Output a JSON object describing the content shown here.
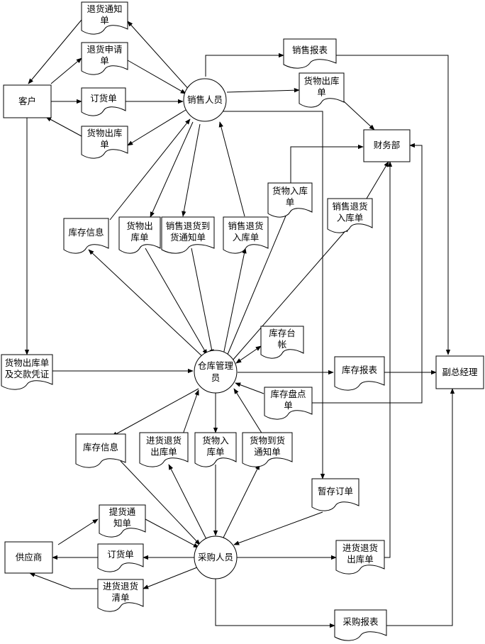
{
  "entities": {
    "customer": "客户",
    "supplier": "供应商",
    "finance": "财务部",
    "vp": "副总经理"
  },
  "roles": {
    "sales": "销售人员",
    "warehouse": [
      "仓库管理",
      "员"
    ],
    "purchase": "采购人员"
  },
  "documents": {
    "return_notice": [
      "退货通知",
      "单"
    ],
    "return_request": [
      "退货申请",
      "单"
    ],
    "order_customer": [
      "订货单"
    ],
    "outbound_customer": [
      "货物出库",
      "单"
    ],
    "sales_report": [
      "销售报表"
    ],
    "outbound_sales": [
      "货物出库",
      "单"
    ],
    "goods_inbound": [
      "货物入库",
      "单"
    ],
    "sales_return_inbound_right": [
      "销售退货",
      "入库单"
    ],
    "inventory_info_top": [
      "库存信息"
    ],
    "outbound_mid": [
      "货物出",
      "库单"
    ],
    "sales_return_arrival": [
      "销售退货到",
      "货通知单"
    ],
    "sales_return_inbound_mid": [
      "销售退货",
      "入库单"
    ],
    "outbound_payment": [
      "货物出库单",
      "及交款凭证"
    ],
    "inventory_ledger": [
      "库存台",
      "帐"
    ],
    "inventory_report": [
      "库存报表"
    ],
    "inventory_check": [
      "库存盘点",
      "单"
    ],
    "inventory_info_bottom": [
      "库存信息"
    ],
    "purchase_return_outbound_mid": [
      "进货退货",
      "出库单"
    ],
    "goods_inbound_mid": [
      "货物入",
      "库单"
    ],
    "goods_arrival": [
      "货物到货",
      "通知单"
    ],
    "pending_order": [
      "暂存订单"
    ],
    "pickup_notice": [
      "提货通",
      "知单"
    ],
    "order_supplier": [
      "订货单"
    ],
    "purchase_return_list": [
      "进货退货",
      "清单"
    ],
    "purchase_return_outbound_right": [
      "进货退货",
      "出库单"
    ],
    "purchase_report": [
      "采购报表"
    ]
  }
}
